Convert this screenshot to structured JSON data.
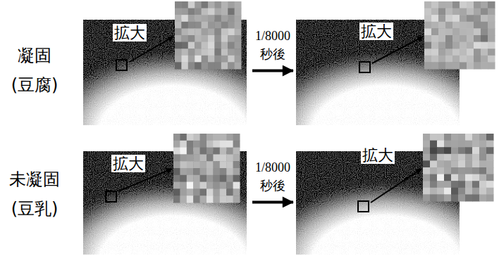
{
  "diagram": {
    "nodes": [
      {
        "text": [
          "拡大"
        ]
      },
      {
        "text": [
          "拡大"
        ]
      },
      {
        "text": [
          "拡大"
        ]
      },
      {
        "text": [
          "拡大"
        ]
      }
    ],
    "edges": [
      {
        "from": 0,
        "to": 1,
        "arrow": "to",
        "label": "1/8000 秒後"
      },
      {
        "from": 2,
        "to": 3,
        "arrow": "to",
        "label": "1/8000 秒後"
      }
    ],
    "labels": [
      "凝固 (豆腐)",
      "未凝固 (豆乳)"
    ]
  }
}
